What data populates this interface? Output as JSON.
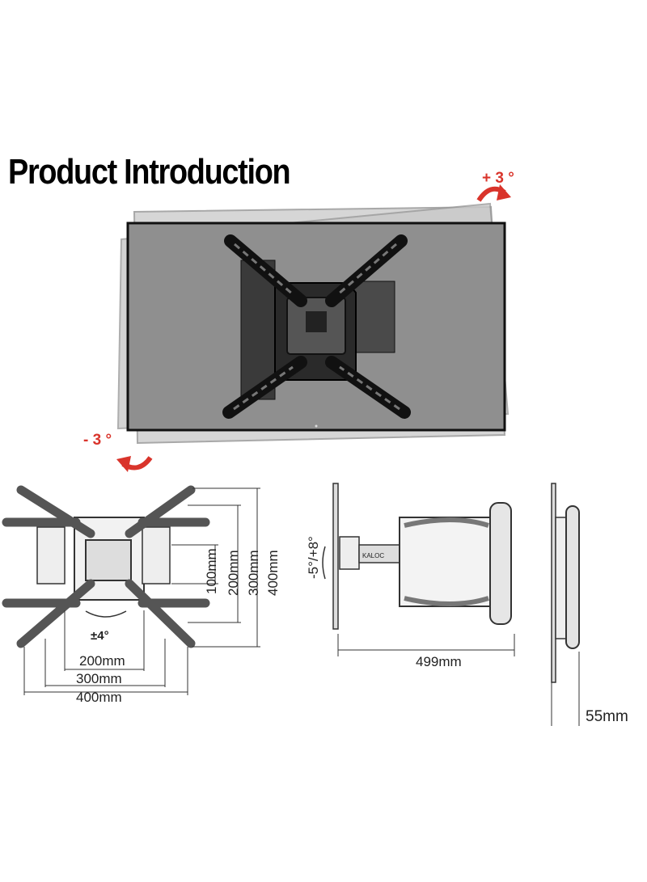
{
  "title": "Product Introduction",
  "tilt": {
    "plus_label": "+ 3 °",
    "minus_label": "- 3 °",
    "color": "#d9342b"
  },
  "front_view": {
    "vertical_dims": [
      "100mm",
      "200mm",
      "300mm",
      "400mm"
    ],
    "horizontal_dims": [
      "200mm",
      "300mm",
      "400mm"
    ],
    "swivel_label": "±4°"
  },
  "side_view": {
    "tilt_label": "-5°/+8°",
    "brand_label": "KALOC",
    "depth_label": "499mm"
  },
  "profile_view": {
    "thickness_label": "55mm"
  }
}
